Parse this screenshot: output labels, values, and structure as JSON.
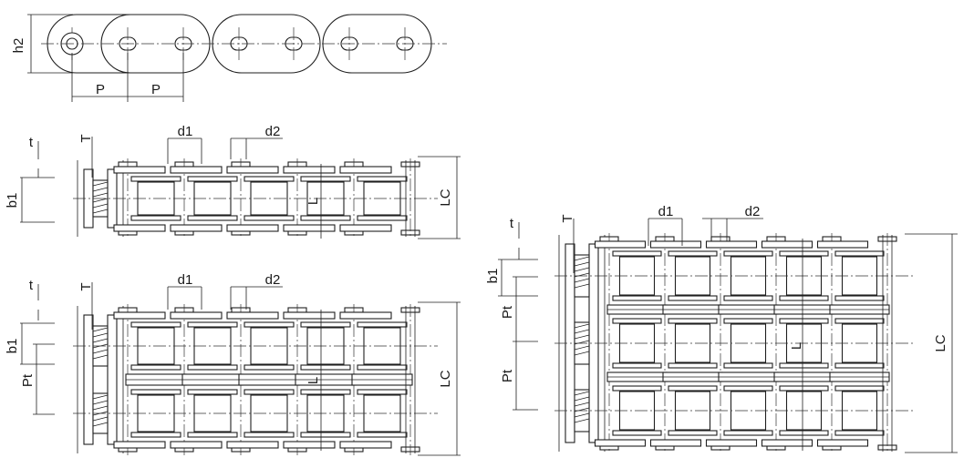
{
  "colors": {
    "line": "#1f1f1f",
    "background": "#ffffff"
  },
  "top_view": {
    "h2": "h2",
    "p1": "P",
    "p2": "P"
  },
  "simplex": {
    "t": "t",
    "T": "T",
    "d1": "d1",
    "d2": "d2",
    "b1": "b1",
    "L": "L",
    "LC": "LC"
  },
  "duplex": {
    "t": "t",
    "T": "T",
    "d1": "d1",
    "d2": "d2",
    "b1": "b1",
    "Pt": "Pt",
    "L": "L",
    "LC": "LC"
  },
  "triplex": {
    "t": "t",
    "T": "T",
    "d1": "d1",
    "d2": "d2",
    "b1": "b1",
    "Pt1": "Pt",
    "Pt2": "Pt",
    "L": "L",
    "LC": "LC"
  }
}
